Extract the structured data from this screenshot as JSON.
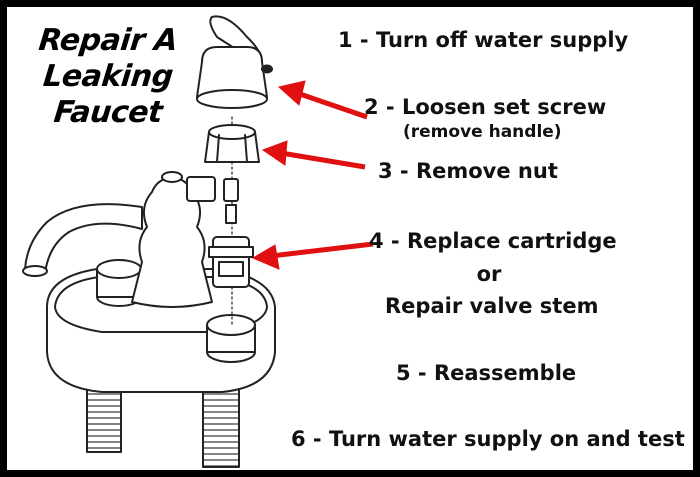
{
  "title": {
    "line1": "Repair A",
    "line2": "Leaking",
    "line3": "Faucet"
  },
  "steps": {
    "s1": "1 - Turn off water supply",
    "s2": "2 - Loosen set screw",
    "s2_sub": "(remove handle)",
    "s3": "3 - Remove nut",
    "s4": "4 - Replace cartridge",
    "s4_or": "or",
    "s4_alt": "Repair valve stem",
    "s5": "5 - Reassemble",
    "s6": "6 - Turn water supply on and test"
  },
  "colors": {
    "border": "#000000",
    "background": "#ffffff",
    "arrow": "#e01010",
    "ink": "#111111"
  },
  "icons": [
    "faucet-illustration",
    "arrow-icon"
  ]
}
